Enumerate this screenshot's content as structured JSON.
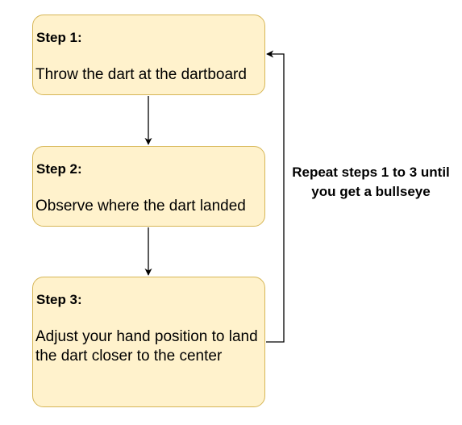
{
  "steps": [
    {
      "title": "Step 1:",
      "description": "Throw the dart at the dartboard"
    },
    {
      "title": "Step 2:",
      "description": "Observe where the dart landed"
    },
    {
      "title": "Step 3:",
      "description": "Adjust your hand position to land the dart closer to the center"
    }
  ],
  "loop_note": "Repeat steps 1 to 3 until you get a bullseye",
  "colors": {
    "box_fill": "#fff2cc",
    "box_border": "#d6b656",
    "arrow": "#000000"
  }
}
